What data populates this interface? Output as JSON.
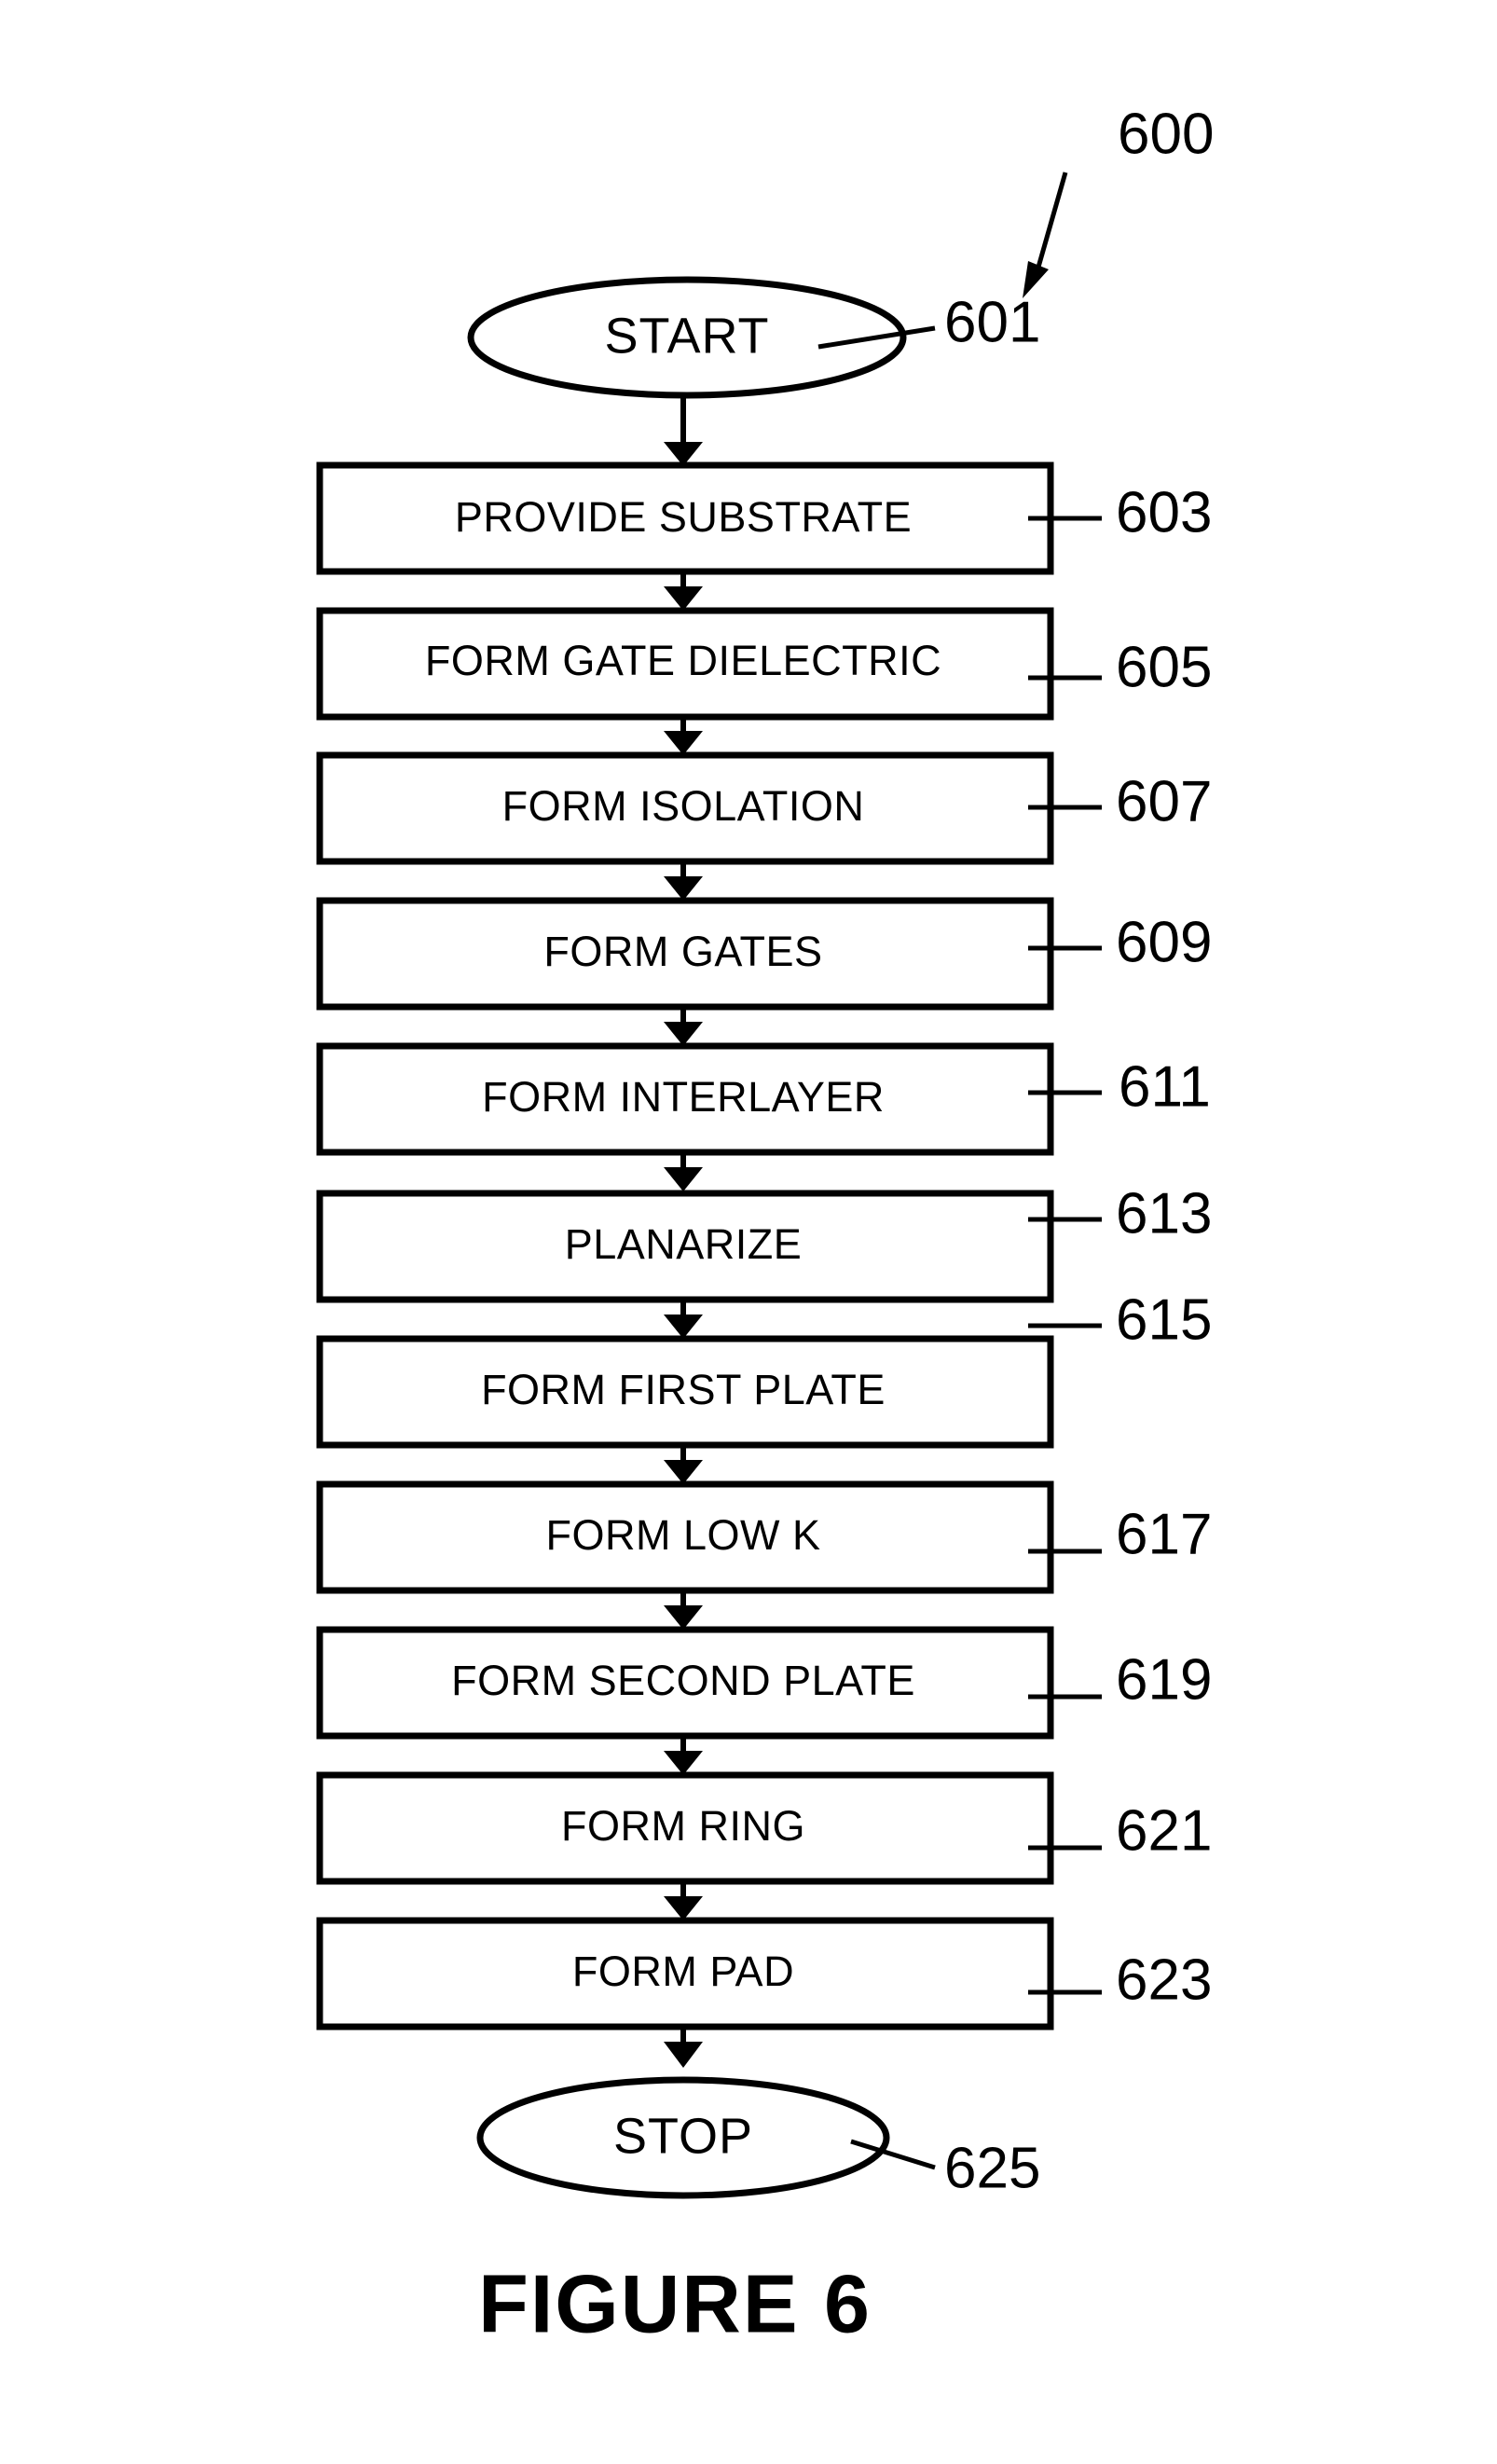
{
  "figure": {
    "caption": "FIGURE 6",
    "diagram_reference": "600"
  },
  "flowchart": {
    "type": "process-flowchart",
    "orientation": "vertical",
    "start_terminal": {
      "label": "START",
      "reference": "601",
      "shape": "ellipse"
    },
    "end_terminal": {
      "label": "STOP",
      "reference": "625",
      "shape": "ellipse"
    },
    "steps": [
      {
        "label": "PROVIDE SUBSTRATE",
        "reference": "603"
      },
      {
        "label": "FORM GATE DIELECTRIC",
        "reference": "605"
      },
      {
        "label": "FORM ISOLATION",
        "reference": "607"
      },
      {
        "label": "FORM GATES",
        "reference": "609"
      },
      {
        "label": "FORM INTERLAYER",
        "reference": "611"
      },
      {
        "label": "PLANARIZE",
        "reference": "613"
      },
      {
        "label": "FORM FIRST PLATE",
        "reference": "615"
      },
      {
        "label": "FORM LOW K",
        "reference": "617"
      },
      {
        "label": "FORM SECOND PLATE",
        "reference": "619"
      },
      {
        "label": "FORM RING",
        "reference": "621"
      },
      {
        "label": "FORM PAD",
        "reference": "623"
      }
    ]
  },
  "colors": {
    "ink": "#000000",
    "paper": "#ffffff"
  }
}
